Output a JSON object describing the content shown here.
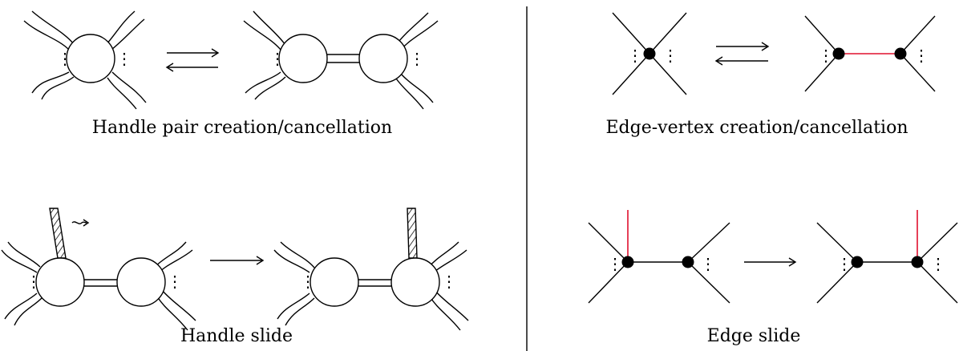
{
  "captions": {
    "handle_pair": "Handle pair creation/cancellation",
    "edge_vertex": "Edge-vertex creation/cancellation",
    "handle_slide": "Handle slide",
    "edge_slide": "Edge slide"
  },
  "colors": {
    "ink": "#000000",
    "highlight_edge": "#e0102e",
    "background": "#ffffff"
  }
}
